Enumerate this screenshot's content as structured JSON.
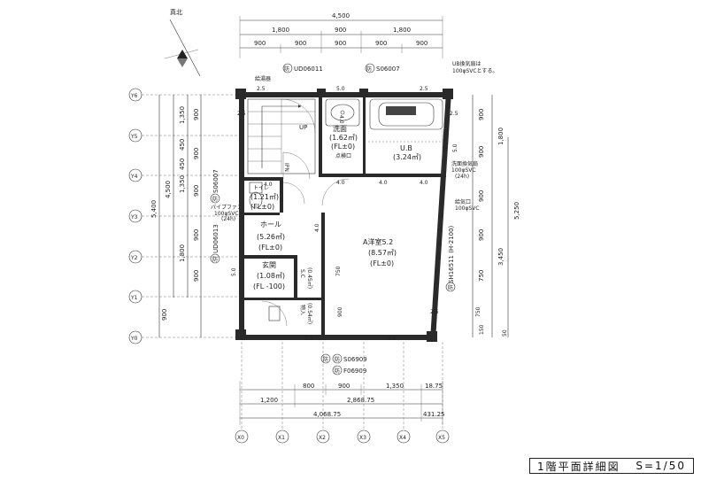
{
  "north_label": "真北",
  "dims_top": {
    "total": "4,500",
    "row1": [
      "1,800",
      "900",
      "1,800"
    ],
    "row2": [
      "900",
      "900",
      "900",
      "900",
      "900"
    ]
  },
  "dims_bottom": {
    "row1": [
      "800",
      "900",
      "1,350",
      "18.75"
    ],
    "row2": [
      "1,200",
      "2,868.75"
    ],
    "row3": [
      "4,068.75",
      "431.25"
    ]
  },
  "dims_left": {
    "total": "5,400",
    "sub": "4,500",
    "col2": [
      "1,350",
      "450",
      "450",
      "1,350",
      "1,800"
    ],
    "col3": [
      "900",
      "900",
      "900",
      "900",
      "900",
      "900"
    ]
  },
  "dims_right": {
    "col1": [
      "900",
      "900",
      "900",
      "900",
      "750",
      "150"
    ],
    "col2": [
      "1,800",
      "3,450"
    ],
    "col3": "5,250",
    "small": [
      "50"
    ]
  },
  "y_axes": [
    "Y6",
    "Y5",
    "Y4",
    "Y3",
    "Y2",
    "Y1",
    "Y0"
  ],
  "x_axes": [
    "X0",
    "X1",
    "X2",
    "X3",
    "X4",
    "X5"
  ],
  "fixtures": {
    "ud06011": "UD06011",
    "s06007_top": "S06007",
    "s06007_left": "S06007",
    "ud06013": "UD06013",
    "sh16511": "SH16511 (H-2100)",
    "s06909": "S06909",
    "f06909": "F06909",
    "bou": "防"
  },
  "notes": {
    "ub_vent": [
      "UB換気扇は",
      "100φSVCとする。"
    ],
    "wash_vent": [
      "洗面換気扇",
      "100φSVC",
      "(24h)"
    ],
    "supply": [
      "給気口",
      "100φSVC"
    ],
    "pipe_fan": [
      "パイプファン",
      "100φSVC",
      "(24h)"
    ],
    "balcony_label": "給湯器"
  },
  "rooms": {
    "wash": [
      "洗面",
      "(1.62㎡)",
      "(FL±0)"
    ],
    "ub": [
      "U.B",
      "(3.24㎡)"
    ],
    "toilet": [
      "トイレ",
      "(1.21㎡)",
      "(FL±0)"
    ],
    "hall": [
      "ホール",
      "(5.26㎡)",
      "(FL±0)"
    ],
    "western": [
      "A洋室5.2",
      "(8.57㎡)",
      "(FL±0)"
    ],
    "entrance": [
      "玄関",
      "(1.08㎡)",
      "(FL -100)"
    ],
    "sc": [
      "S.C",
      "(0.45㎡)"
    ],
    "storage": [
      "物入",
      "(0.54㎡)"
    ],
    "up": "UP",
    "ipn": "IPN",
    "dressing": "点検口",
    "wall_vals": [
      "2.5",
      "5.0",
      "2.5",
      "2.5",
      "4.0",
      "4.0",
      "4.0",
      "4.0",
      "4.0",
      "4.0",
      "2.5",
      "5.0",
      "2.5",
      "2.5",
      "5.0",
      "5.0",
      "750",
      "900",
      "750"
    ]
  },
  "title": {
    "name": "1階平面詳細図",
    "scale": "S=1/50"
  }
}
